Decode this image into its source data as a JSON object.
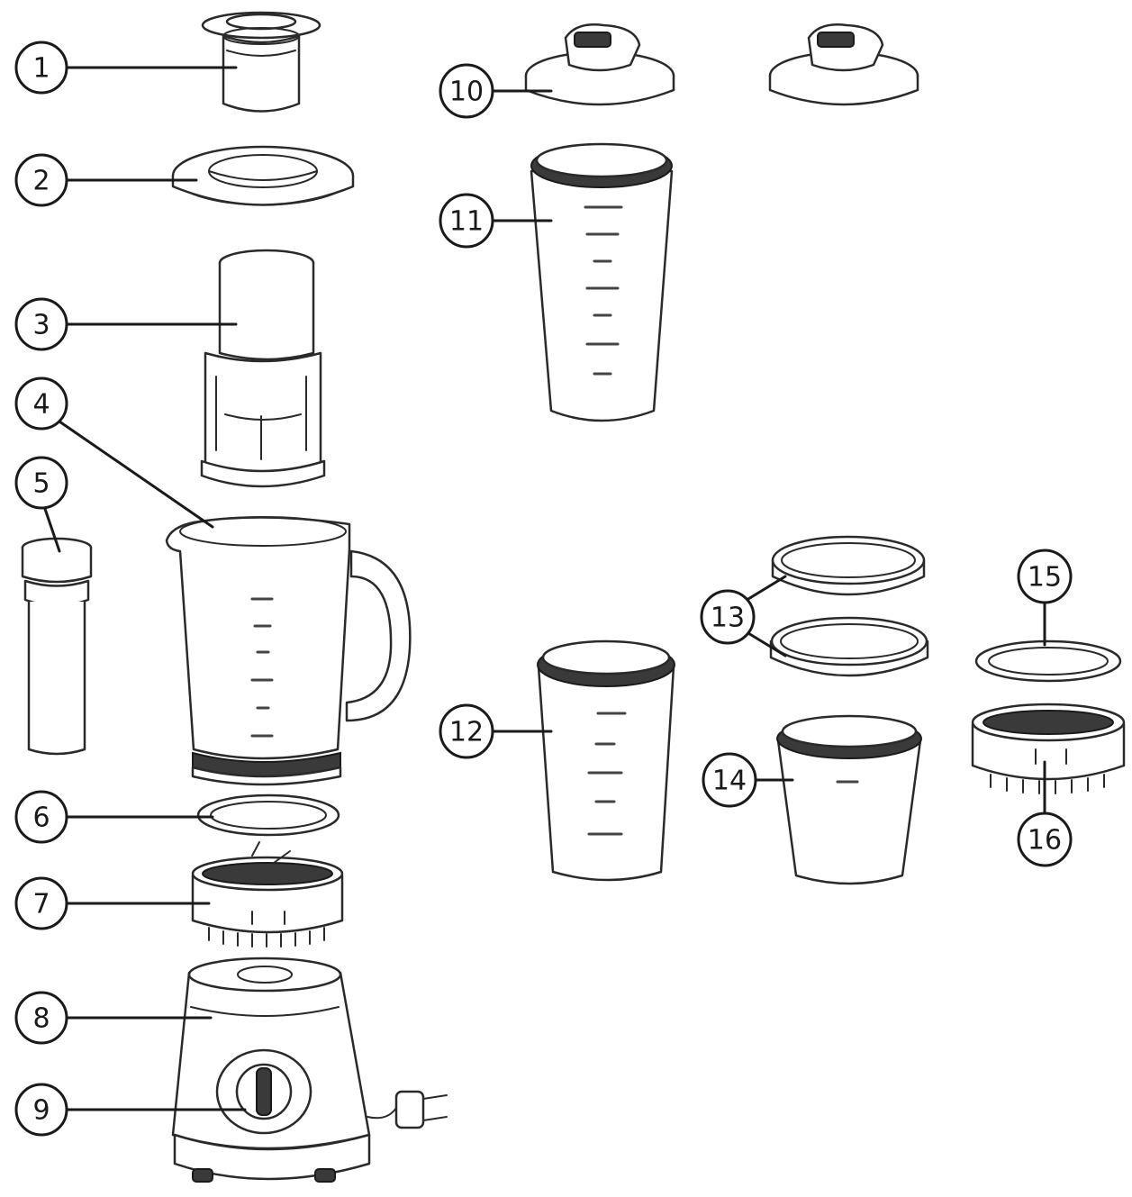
{
  "diagram": {
    "callouts": [
      {
        "id": "1",
        "label": "1"
      },
      {
        "id": "2",
        "label": "2"
      },
      {
        "id": "3",
        "label": "3"
      },
      {
        "id": "4",
        "label": "4"
      },
      {
        "id": "5",
        "label": "5"
      },
      {
        "id": "6",
        "label": "6"
      },
      {
        "id": "7",
        "label": "7"
      },
      {
        "id": "8",
        "label": "8"
      },
      {
        "id": "9",
        "label": "9"
      },
      {
        "id": "10",
        "label": "10"
      },
      {
        "id": "11",
        "label": "11"
      },
      {
        "id": "12",
        "label": "12"
      },
      {
        "id": "13",
        "label": "13"
      },
      {
        "id": "14",
        "label": "14"
      },
      {
        "id": "15",
        "label": "15"
      },
      {
        "id": "16",
        "label": "16"
      }
    ],
    "colors": {
      "ink": "#1a1a1a",
      "band": "#3a3a3a",
      "background": "#ffffff"
    }
  }
}
